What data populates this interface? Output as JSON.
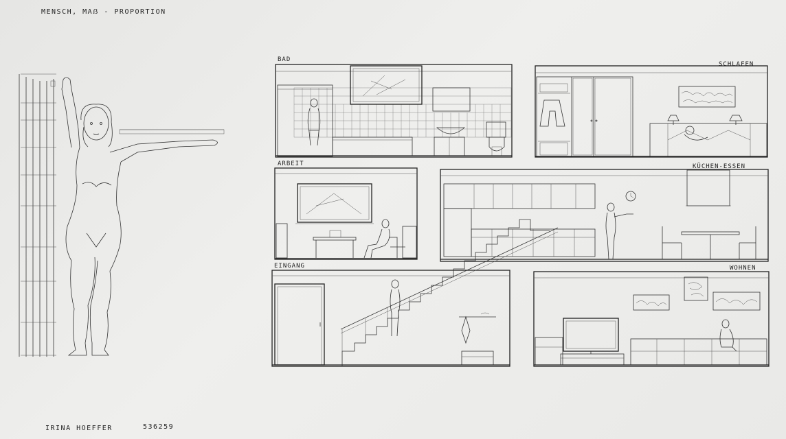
{
  "header": {
    "title": "MENSCH, MAẞ - PROPORTION"
  },
  "footer": {
    "name": "IRINA HOEFFER",
    "id": "536259"
  },
  "panels": {
    "bath": "BAD",
    "sleep": "SCHLAFEN",
    "work": "ARBEIT",
    "kitchen": "KÜCHEN-ESSEN",
    "entrance": "EINGANG",
    "living": "WOHNEN"
  },
  "colors": {
    "paper": "#ebebe9",
    "ink": "#222222"
  }
}
